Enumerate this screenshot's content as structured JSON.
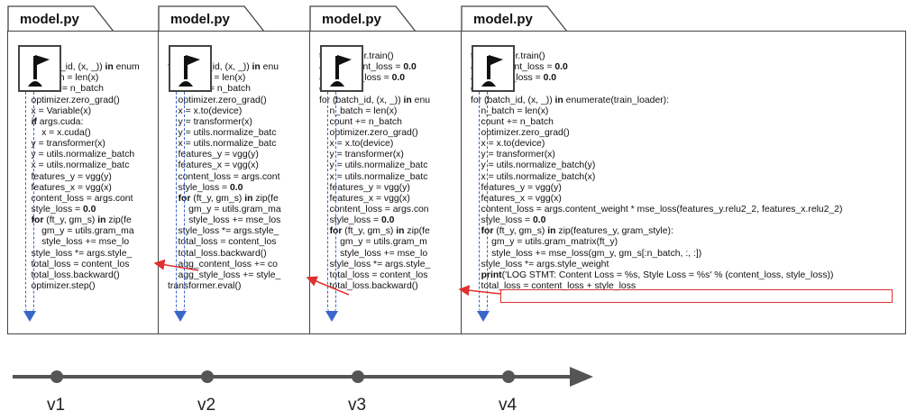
{
  "tab_label": "model.py",
  "versions": [
    "v1",
    "v2",
    "v3",
    "v4"
  ],
  "panels": [
    {
      "lines": [
        {
          "t": "    ...0"
        },
        {
          "t": "for (batch_id, (x, _)) ",
          "k": "in",
          "r": " enum"
        },
        {
          "t": "    n_batch = len(x)"
        },
        {
          "t": "    count += n_batch"
        },
        {
          "t": "    optimizer.zero_grad()"
        },
        {
          "t": "    x = Variable(x)"
        },
        {
          "t": "    ",
          "k": "if",
          "r": " args.cuda:"
        },
        {
          "t": "        x = x.cuda()"
        },
        {
          "t": "    y = transformer(x)"
        },
        {
          "t": "    y = utils.normalize_batch"
        },
        {
          "t": "    x = utils.normalize_batc"
        },
        {
          "t": "    features_y = vgg(y)"
        },
        {
          "t": "    features_x = vgg(x)"
        },
        {
          "t": "    content_loss = args.cont"
        },
        {
          "t": "    style_loss = ",
          "k": "0.0"
        },
        {
          "t": "    ",
          "k": "for",
          "r": " (ft_y, gm_s) ",
          "k2": "in",
          "r2": " zip(fe"
        },
        {
          "t": "        gm_y = utils.gram_ma"
        },
        {
          "t": "        style_loss += mse_lo"
        },
        {
          "t": "    style_loss *= args.style_"
        },
        {
          "t": "    total_loss = content_los"
        },
        {
          "t": "    total_loss.backward()"
        },
        {
          "t": "    optimizer.step()"
        }
      ]
    },
    {
      "lines": [
        {
          "t": "    ..."
        },
        {
          "t": "for (batch_id, (x, _)) ",
          "k": "in",
          "r": " enu"
        },
        {
          "t": "    n_batch = len(x)"
        },
        {
          "t": "    count += n_batch"
        },
        {
          "t": "    optimizer.zero_grad()"
        },
        {
          "t": "    x = x.to(device)"
        },
        {
          "t": "    y = transformer(x)"
        },
        {
          "t": "    y = utils.normalize_batc"
        },
        {
          "t": "    x = utils.normalize_batc"
        },
        {
          "t": "    features_y = vgg(y)"
        },
        {
          "t": "    features_x = vgg(x)"
        },
        {
          "t": "    content_loss = args.cont"
        },
        {
          "t": "    style_loss = ",
          "k": "0.0"
        },
        {
          "t": "    ",
          "k": "for",
          "r": " (ft_y, gm_s) ",
          "k2": "in",
          "r2": " zip(fe"
        },
        {
          "t": "        gm_y = utils.gram_ma"
        },
        {
          "t": "        style_loss += mse_los"
        },
        {
          "t": "    style_loss *= args.style_"
        },
        {
          "t": "    total_loss = content_los"
        },
        {
          "t": "    total_loss.backward()"
        },
        {
          "t": "    agg_content_loss += co"
        },
        {
          "t": "    agg_style_loss += style_"
        },
        {
          "t": "transformer.eval()"
        }
      ]
    },
    {
      "lines": [
        {
          "t": "transformer.train()"
        },
        {
          "t": "agg_content_loss = ",
          "k": "0.0"
        },
        {
          "t": "agg_style_loss = ",
          "k": "0.0"
        },
        {
          "t": "count = ",
          "k": "0"
        },
        {
          "t": "for (batch_id, (x, _)) ",
          "k": "in",
          "r": " enu"
        },
        {
          "t": "    n_batch = len(x)"
        },
        {
          "t": "    count += n_batch"
        },
        {
          "t": "    optimizer.zero_grad()"
        },
        {
          "t": "    x = x.to(device)"
        },
        {
          "t": "    y = transformer(x)"
        },
        {
          "t": "    y = utils.normalize_batc"
        },
        {
          "t": "    x = utils.normalize_batc"
        },
        {
          "t": "    features_y = vgg(y)"
        },
        {
          "t": "    features_x = vgg(x)"
        },
        {
          "t": "    content_loss = args.con"
        },
        {
          "t": "    style_loss = ",
          "k": "0.0"
        },
        {
          "t": "    ",
          "k": "for",
          "r": " (ft_y, gm_s) ",
          "k2": "in",
          "r2": " zip(fe"
        },
        {
          "t": "        gm_y = utils.gram_m"
        },
        {
          "t": "        style_loss += mse_lo"
        },
        {
          "t": "    style_loss *= args.style_"
        },
        {
          "t": "    total_loss = content_los"
        },
        {
          "t": "    total_loss.backward()"
        }
      ]
    },
    {
      "lines": [
        {
          "t": "transformer.train()"
        },
        {
          "t": "agg_content_loss = ",
          "k": "0.0"
        },
        {
          "t": "agg_style_loss = ",
          "k": "0.0"
        },
        {
          "t": "count = ",
          "k": "0"
        },
        {
          "t": "for (batch_id, (x, _)) ",
          "k": "in",
          "r": " enumerate(train_loader):"
        },
        {
          "t": "    n_batch = len(x)"
        },
        {
          "t": "    count += n_batch"
        },
        {
          "t": "    optimizer.zero_grad()"
        },
        {
          "t": "    x = x.to(device)"
        },
        {
          "t": "    y = transformer(x)"
        },
        {
          "t": "    y = utils.normalize_batch(y)"
        },
        {
          "t": "    x = utils.normalize_batch(x)"
        },
        {
          "t": "    features_y = vgg(y)"
        },
        {
          "t": "    features_x = vgg(x)"
        },
        {
          "t": "    content_loss = args.content_weight * mse_loss(features_y.relu2_2, features_x.relu2_2)"
        },
        {
          "t": "    style_loss = ",
          "k": "0.0"
        },
        {
          "t": "    ",
          "k": "for",
          "r": " (ft_y, gm_s) ",
          "k2": "in",
          "r2": " zip(features_y, gram_style):"
        },
        {
          "t": "        gm_y = utils.gram_matrix(ft_y)"
        },
        {
          "t": "        style_loss += mse_loss(gm_y, gm_s[:n_batch, :, :])"
        },
        {
          "t": "    style_loss *= args.style_weight"
        },
        {
          "t": "    ",
          "k": "print",
          "r": "('LOG STMT: Content Loss = %s, Style Loss = %s' % (content_loss, style_loss))"
        },
        {
          "t": "    total_loss = content_loss + style_loss"
        }
      ]
    }
  ],
  "colors": {
    "arrow_red": "#e03030",
    "dash_blue": "#3a66c8",
    "border": "#444444",
    "timeline": "#555555"
  }
}
